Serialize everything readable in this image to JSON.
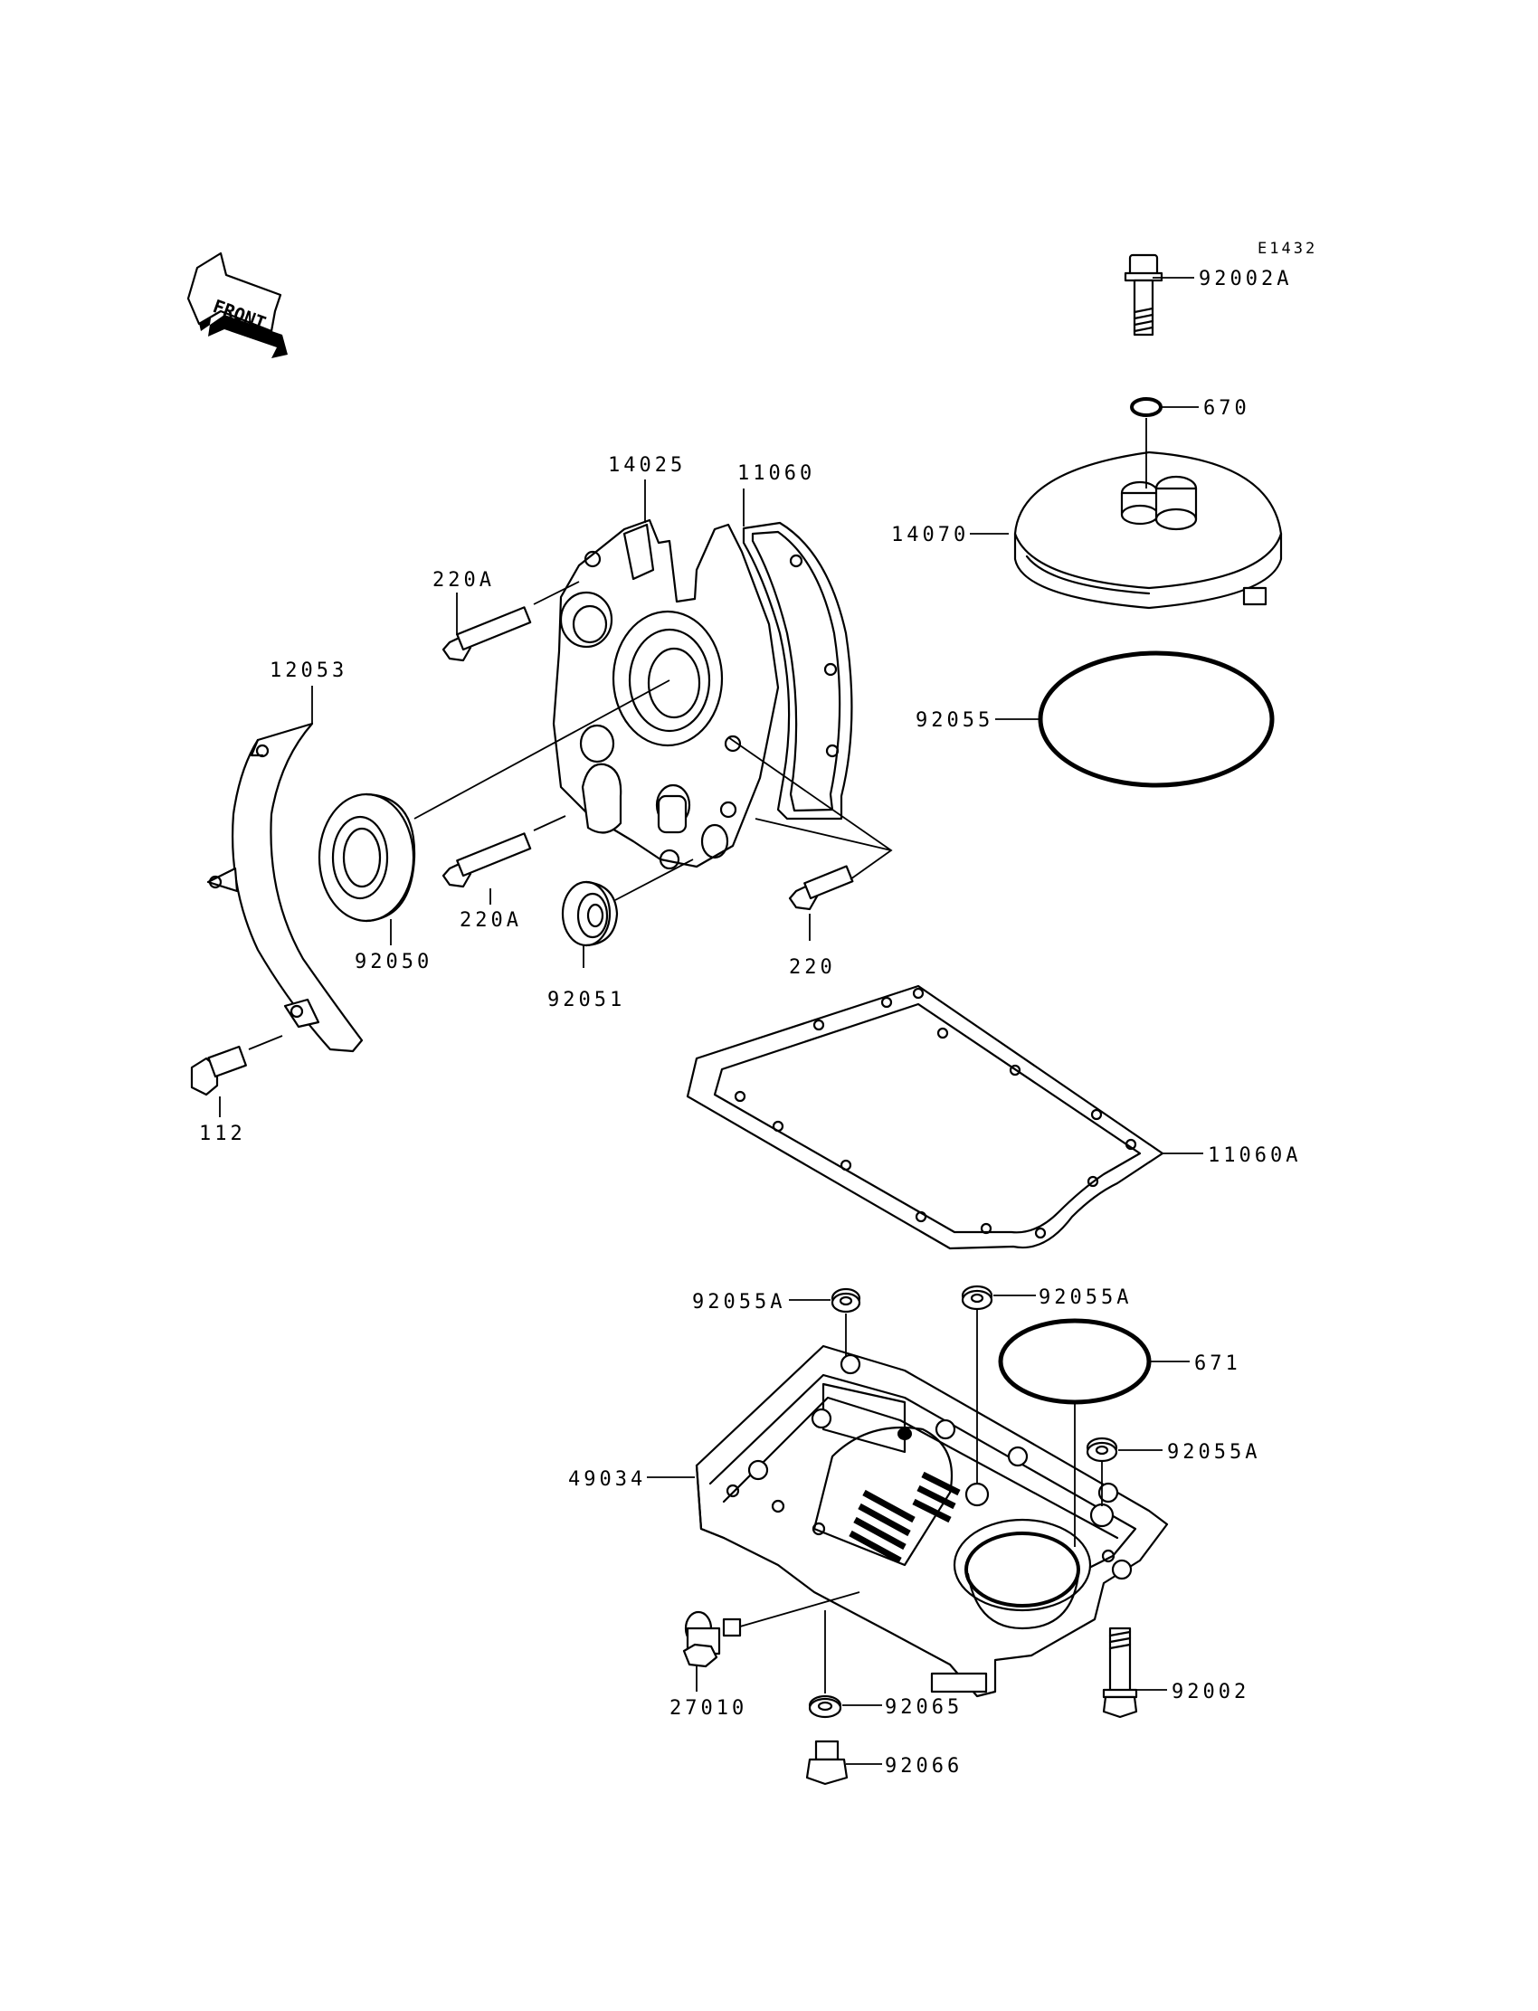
{
  "diagram_code": "E1432",
  "front_label": "FRONT",
  "parts": {
    "p92002A": "92002A",
    "p670": "670",
    "p14070": "14070",
    "p14025": "14025",
    "p11060": "11060",
    "p220A_top": "220A",
    "p12053": "12053",
    "p92055": "92055",
    "p92050": "92050",
    "p220A_bottom": "220A",
    "p92051": "92051",
    "p220": "220",
    "p112": "112",
    "p11060A": "11060A",
    "p92055A_left": "92055A",
    "p92055A_mid": "92055A",
    "p671": "671",
    "p92055A_right": "92055A",
    "p49034": "49034",
    "p27010": "27010",
    "p92065": "92065",
    "p92002": "92002",
    "p92066": "92066"
  }
}
